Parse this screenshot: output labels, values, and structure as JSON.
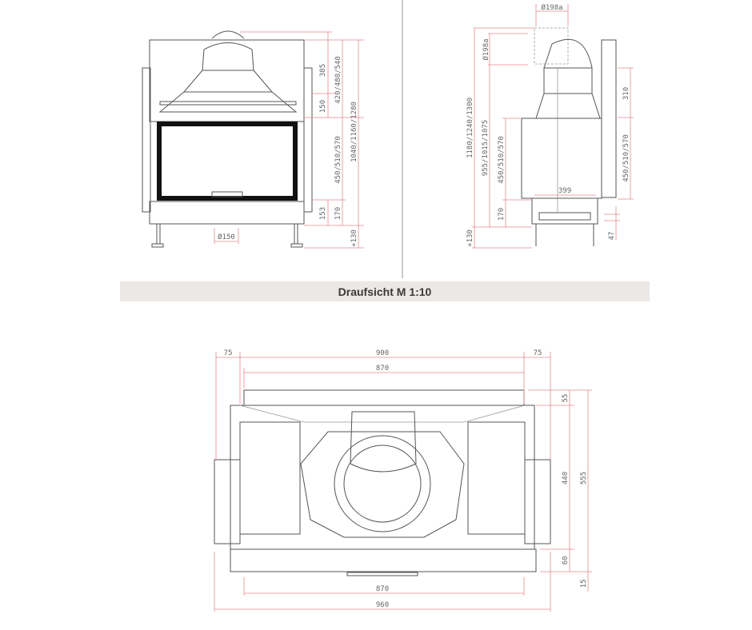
{
  "section_title": "Draufsicht M 1:10",
  "front_view": {
    "dims": {
      "d385": "385",
      "d150": "150",
      "d420": "420/480/540",
      "d450": "450/510/570",
      "d1040": "1040/1160/1280",
      "d153": "153",
      "d170": "170",
      "d130": "+130",
      "flue": "Ø150"
    }
  },
  "side_view": {
    "dims": {
      "flue_top": "Ø198a",
      "flue_side": "Ø198a",
      "d1180": "1180/1240/1300",
      "d955": "955/1015/1075",
      "d450l": "450/510/570",
      "d170": "170",
      "d130": "+130",
      "d399": "399",
      "d310": "310",
      "d450r": "450/510/570",
      "d47": "47"
    }
  },
  "top_view": {
    "dims": {
      "d75l": "75",
      "d900": "900",
      "d75r": "75",
      "d870t": "870",
      "d55": "55",
      "d440": "440",
      "d555": "555",
      "d60": "60",
      "d15": "15",
      "d870b": "870",
      "d960": "960"
    }
  },
  "colors": {
    "dimension": "#e8898c",
    "line": "#555555",
    "header_bg": "#ebe8e5"
  }
}
